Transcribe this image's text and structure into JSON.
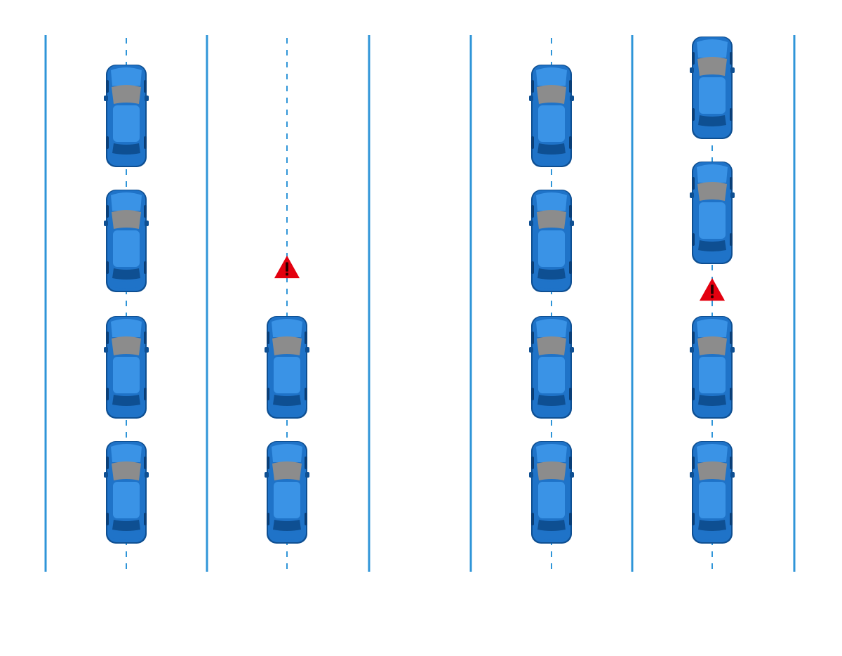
{
  "colors": {
    "lane_line": "#2f95d8",
    "car_body": "#1f73c8",
    "car_body_light": "#3a93e6",
    "car_shadow": "#0e4f92",
    "glass": "#8c8c8c",
    "warning": "#e3000f"
  },
  "icons": {
    "car": "car-top-view-icon",
    "warning": "warning-triangle-icon"
  },
  "roads": [
    {
      "name": "left-road",
      "lanes": [
        {
          "name": "lane-1",
          "cars": [
            "car",
            "car",
            "car",
            "car"
          ],
          "warnings": []
        },
        {
          "name": "lane-2",
          "cars": [
            "empty",
            "empty",
            "car",
            "car"
          ],
          "warnings": [
            "between-1-2"
          ]
        }
      ]
    },
    {
      "name": "right-road",
      "lanes": [
        {
          "name": "lane-1",
          "cars": [
            "car",
            "car",
            "car",
            "car"
          ],
          "warnings": []
        },
        {
          "name": "lane-2",
          "cars": [
            "car",
            "car",
            "car",
            "car"
          ],
          "warnings": [
            "between-1-2"
          ]
        }
      ]
    }
  ]
}
